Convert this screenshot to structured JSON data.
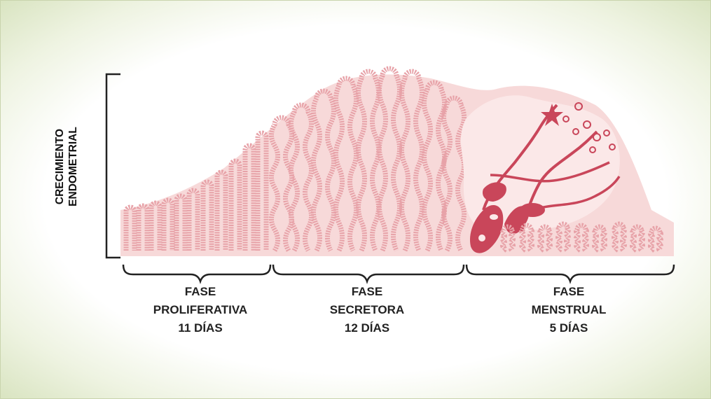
{
  "axis": {
    "ylabel_line1": "CRECIMIENTO",
    "ylabel_line2": "ENDOMETRIAL"
  },
  "phases": [
    {
      "line1": "FASE",
      "line2": "PROLIFERATIVA",
      "line3": "11 DÍAS"
    },
    {
      "line1": "FASE",
      "line2": "SECRETORA",
      "line3": "12 DÍAS"
    },
    {
      "line1": "FASE",
      "line2": "MENSTRUAL",
      "line3": "5 DÍAS"
    }
  ],
  "colors": {
    "tissue": "#f7d9d9",
    "gland_outline": "#e7a2a8",
    "blood": "#c9465a",
    "frame_glow": "#d9e4c1"
  }
}
